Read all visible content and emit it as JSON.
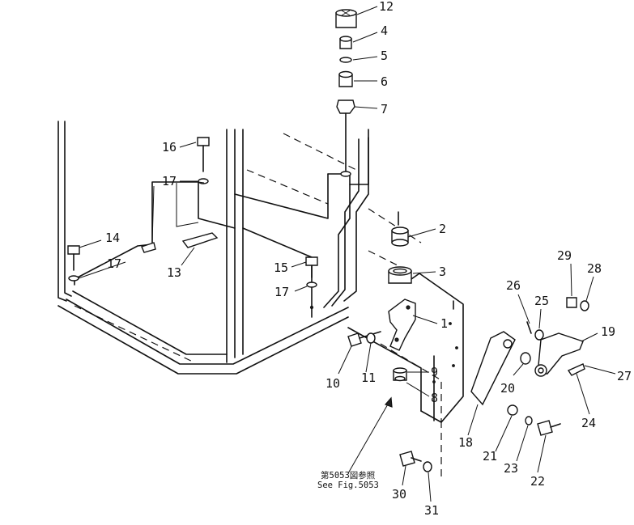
{
  "callouts": [
    {
      "id": "c12",
      "text": "12"
    },
    {
      "id": "c4",
      "text": "4"
    },
    {
      "id": "c5",
      "text": "5"
    },
    {
      "id": "c6",
      "text": "6"
    },
    {
      "id": "c7",
      "text": "7"
    },
    {
      "id": "c2",
      "text": "2"
    },
    {
      "id": "c3",
      "text": "3"
    },
    {
      "id": "c1",
      "text": "1"
    },
    {
      "id": "c9",
      "text": "9"
    },
    {
      "id": "c8",
      "text": "8"
    },
    {
      "id": "c10",
      "text": "10"
    },
    {
      "id": "c11",
      "text": "11"
    },
    {
      "id": "c16",
      "text": "16"
    },
    {
      "id": "c17a",
      "text": "17"
    },
    {
      "id": "c17b",
      "text": "17"
    },
    {
      "id": "c17c",
      "text": "17"
    },
    {
      "id": "c14",
      "text": "14"
    },
    {
      "id": "c13",
      "text": "13"
    },
    {
      "id": "c15",
      "text": "15"
    },
    {
      "id": "c26",
      "text": "26"
    },
    {
      "id": "c25",
      "text": "25"
    },
    {
      "id": "c29",
      "text": "29"
    },
    {
      "id": "c28",
      "text": "28"
    },
    {
      "id": "c19",
      "text": "19"
    },
    {
      "id": "c20",
      "text": "20"
    },
    {
      "id": "c27",
      "text": "27"
    },
    {
      "id": "c24",
      "text": "24"
    },
    {
      "id": "c18",
      "text": "18"
    },
    {
      "id": "c21",
      "text": "21"
    },
    {
      "id": "c23",
      "text": "23"
    },
    {
      "id": "c22",
      "text": "22"
    },
    {
      "id": "c30",
      "text": "30"
    },
    {
      "id": "c31",
      "text": "31"
    }
  ],
  "reference_note": {
    "line1": "第5053図参照",
    "line2": "See Fig.5053"
  }
}
